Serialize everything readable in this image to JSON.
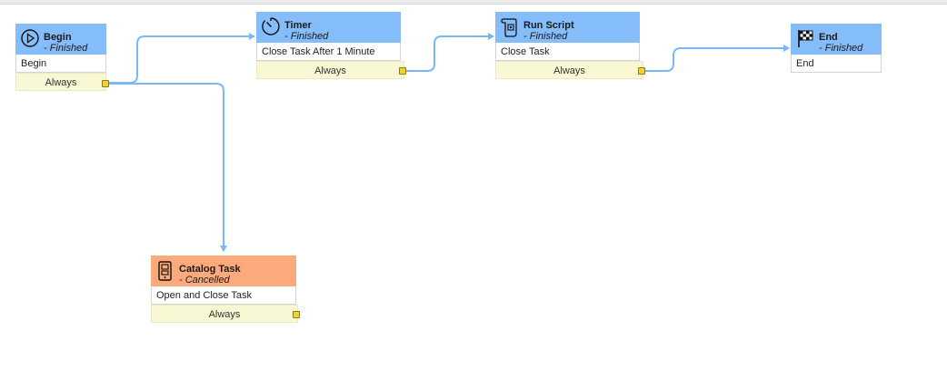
{
  "colors": {
    "finished_header": "#85bdfb",
    "cancelled_header": "#fcaa7c",
    "condition_bg": "#f8f8d4",
    "connector": "#7ab8f5",
    "port": "#f3d22e"
  },
  "nodes": [
    {
      "id": "begin",
      "icon": "play-circle-icon",
      "title": "Begin",
      "state": "- Finished",
      "description": "Begin",
      "condition": "Always"
    },
    {
      "id": "timer",
      "icon": "timer-icon",
      "title": "Timer",
      "state": "- Finished",
      "description": "Close Task After 1 Minute",
      "condition": "Always"
    },
    {
      "id": "run_script",
      "icon": "script-scroll-icon",
      "title": "Run Script",
      "state": "- Finished",
      "description": "Close Task",
      "condition": "Always"
    },
    {
      "id": "end",
      "icon": "checkered-flag-icon",
      "title": "End",
      "state": "- Finished",
      "description": "End"
    },
    {
      "id": "catalog_task",
      "icon": "catalog-task-icon",
      "title": "Catalog Task",
      "state": "- Cancelled",
      "description": "Open and Close Task",
      "condition": "Always"
    }
  ],
  "connections": [
    {
      "from": "begin",
      "to": "timer"
    },
    {
      "from": "begin",
      "to": "catalog_task"
    },
    {
      "from": "timer",
      "to": "run_script"
    },
    {
      "from": "run_script",
      "to": "end"
    }
  ]
}
